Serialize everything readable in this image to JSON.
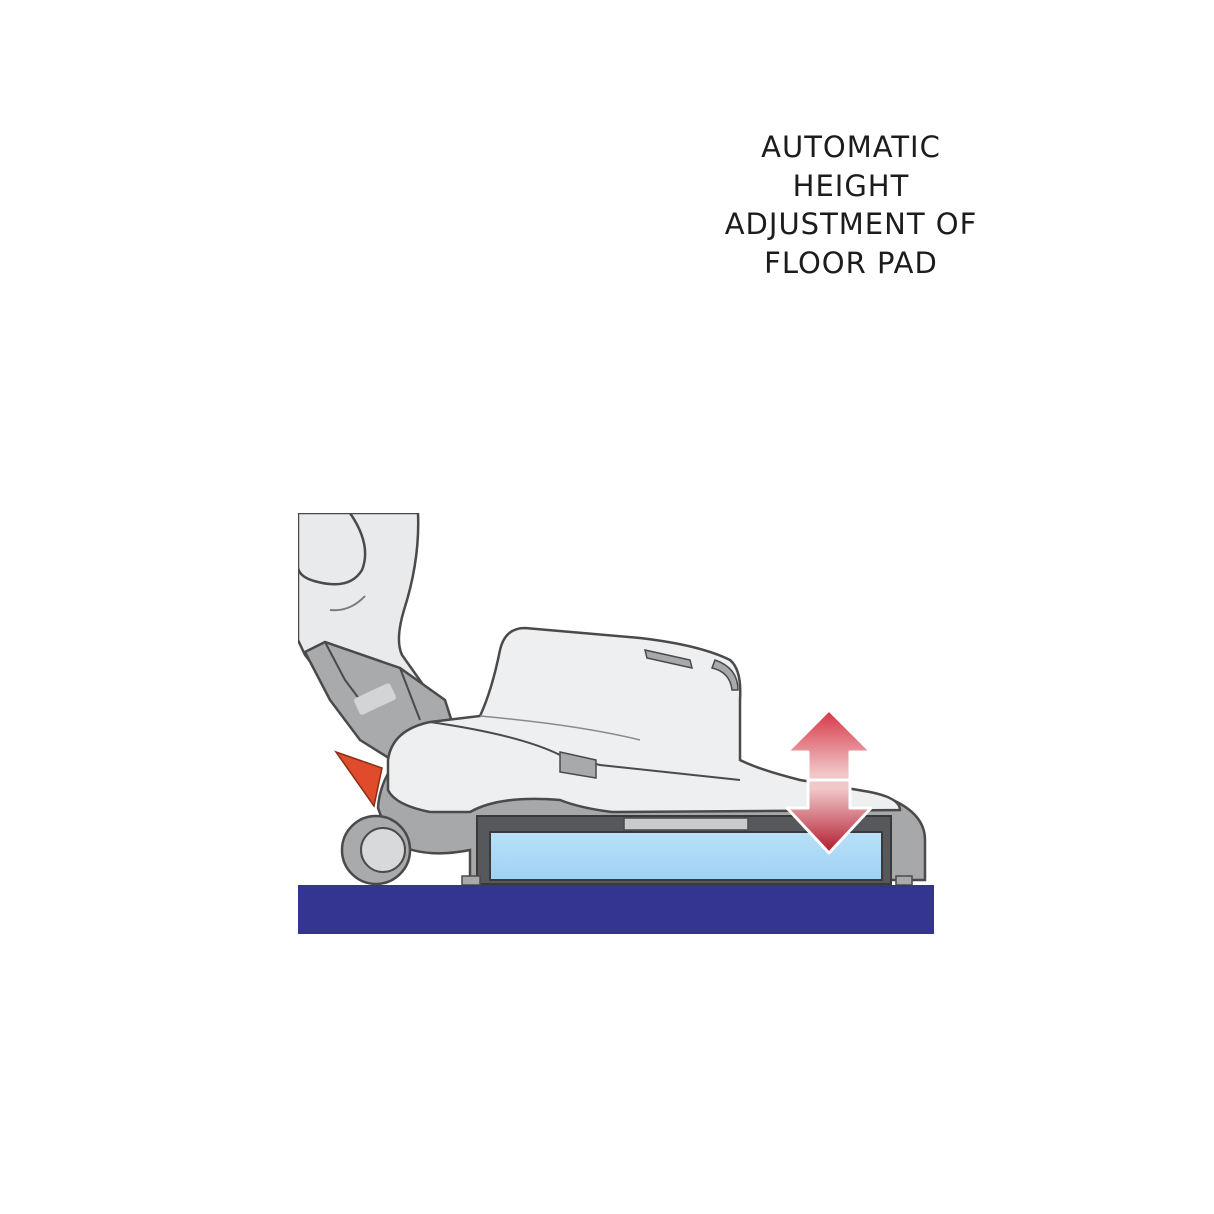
{
  "caption": {
    "lines": [
      "AUTOMATIC",
      "HEIGHT",
      "ADJUSTMENT OF",
      "FLOOR PAD"
    ]
  },
  "colors": {
    "floor": "#333591",
    "pad": "#a7d7f6",
    "body_light": "#eeeff0",
    "body_gray": "#a8a9ab",
    "outline": "#444444",
    "arrow_top": "#e03c48",
    "arrow_bottom": "#b01c2e",
    "pedal": "#e04b2b"
  },
  "icons": {
    "arrow": "up-down-arrow-icon"
  }
}
